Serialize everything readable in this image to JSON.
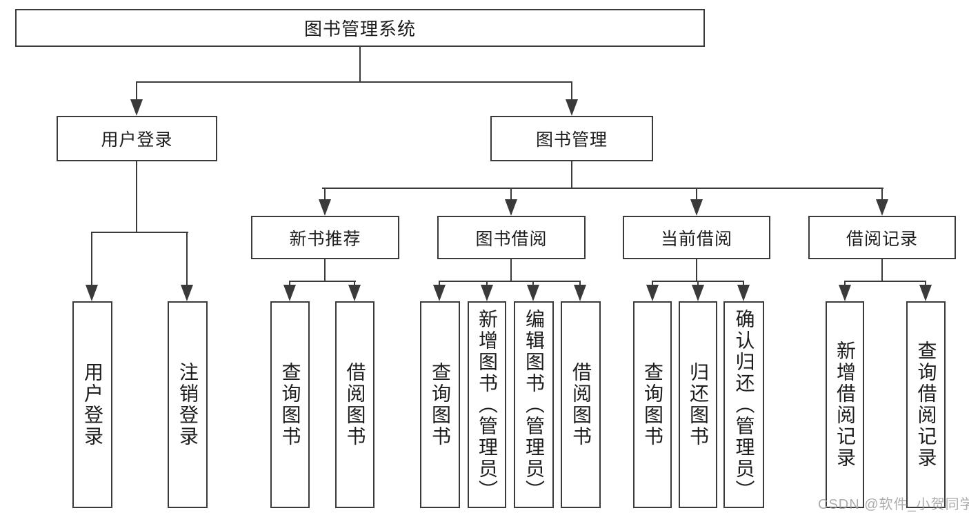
{
  "diagram_title": "图书管理系统",
  "tree": {
    "label": "图书管理系统",
    "children": [
      {
        "label": "用户登录",
        "children": [
          {
            "label": "用户登录"
          },
          {
            "label": "注销登录"
          }
        ]
      },
      {
        "label": "图书管理",
        "children": [
          {
            "label": "新书推荐",
            "children": [
              {
                "label": "查询图书"
              },
              {
                "label": "借阅图书"
              }
            ]
          },
          {
            "label": "图书借阅",
            "children": [
              {
                "label": "查询图书"
              },
              {
                "label": "新增图书（管理员）"
              },
              {
                "label": "编辑图书（管理员）"
              },
              {
                "label": "借阅图书"
              }
            ]
          },
          {
            "label": "当前借阅",
            "children": [
              {
                "label": "查询图书"
              },
              {
                "label": "归还图书"
              },
              {
                "label": "确认归还（管理员）"
              }
            ]
          },
          {
            "label": "借阅记录",
            "children": [
              {
                "label": "新增借阅记录"
              },
              {
                "label": "查询借阅记录"
              }
            ]
          }
        ]
      }
    ]
  },
  "watermark": {
    "text": "CSDN @软件_小贺同学"
  },
  "colors": {
    "line": "#3a3a3a",
    "text": "#1c1c1c",
    "background": "#ffffff",
    "watermark": "#9e9e9e"
  }
}
